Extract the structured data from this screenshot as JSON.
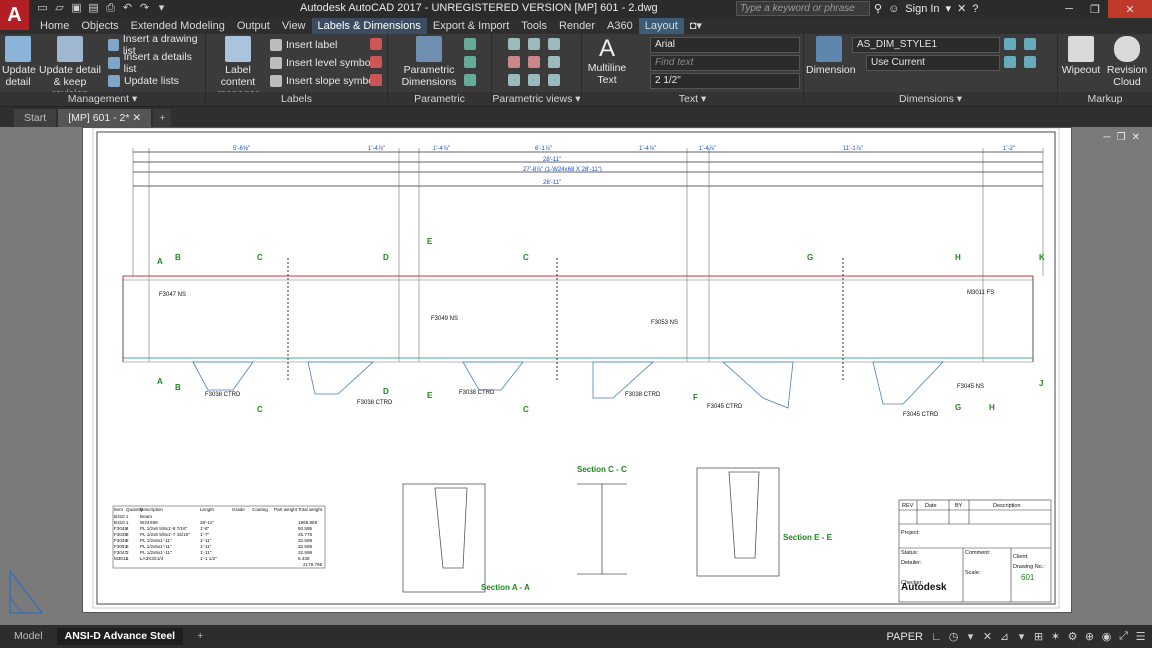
{
  "app": {
    "logo": "A",
    "title": "Autodesk AutoCAD 2017 - UNREGISTERED VERSION   [MP] 601 - 2.dwg",
    "search_placeholder": "Type a keyword or phrase",
    "signin": "Sign In",
    "accent": "#b21e24"
  },
  "ribbon_tabs": [
    "Home",
    "Objects",
    "Extended Modeling",
    "Output",
    "View",
    "Labels & Dimensions",
    "Export & Import",
    "Tools",
    "Render",
    "A360",
    "Layout"
  ],
  "ribbon_active": "Labels & Dimensions",
  "panels": {
    "management": {
      "title": "Management",
      "update_detail": "Update detail",
      "update_keep": "Update detail & keep revision",
      "insert_drawing_list": "Insert a drawing list",
      "insert_details_list": "Insert a details list",
      "update_lists": "Update lists"
    },
    "labels": {
      "title": "Labels",
      "label_content_manager": "Label content manager",
      "insert_label": "Insert label",
      "insert_level_symbol": "Insert level symbol",
      "insert_slope_symbol": "Insert slope symbol"
    },
    "parametric_dimensions": {
      "title": "Parametric Dimensions",
      "btn": "Parametric Dimensions"
    },
    "parametric_views": {
      "title": "Parametric views"
    },
    "text": {
      "title": "Text",
      "multiline": "Multiline Text",
      "font": "Arial",
      "find_placeholder": "Find text",
      "height": "2 1/2\""
    },
    "dimensions": {
      "title": "Dimensions",
      "dimension": "Dimension",
      "style": "AS_DIM_STYLE1",
      "use_current": "Use Current"
    },
    "markup": {
      "title": "Markup",
      "wipeout": "Wipeout",
      "revision_cloud": "Revision Cloud"
    }
  },
  "doc_tabs": [
    "Start",
    "[MP] 601 - 2*"
  ],
  "layout_tabs": [
    "Model",
    "ANSI-D Advance Steel"
  ],
  "status": {
    "paper": "PAPER"
  },
  "drawing": {
    "top_dims": [
      "5'-6⅝\"",
      "1'-4⅞\"",
      "1'-4⅞\"",
      "6'-1⅞\"",
      "1'-4⅞\"",
      "1'-4⅞\"",
      "11'-1⅞\"",
      "1'-2\""
    ],
    "overall": [
      "28'-11\"",
      "27'-8⅞\" (1-W24x68 X 28'-11\")",
      "28'-11\""
    ],
    "markers": [
      "A",
      "B",
      "C",
      "D",
      "E",
      "C",
      "G",
      "H",
      "K",
      "A",
      "B",
      "C",
      "D",
      "E",
      "C",
      "F",
      "G",
      "H",
      "J",
      "K"
    ],
    "parts": [
      "F3047 NS",
      "F3049 NS",
      "F3053 NS",
      "M3011 FS",
      "F3038 CTRD",
      "F3038 CTRD",
      "F3038 CTRD",
      "F3038 CTRD",
      "F3045 CTRD",
      "F3045 CTRD",
      "F3045 NS"
    ],
    "sections": [
      "Section A - A",
      "Section C - C",
      "Section E - E"
    ],
    "bom_headers": [
      "Item",
      "Quantity",
      "Description",
      "Length",
      "Grade",
      "Coating",
      "Part weight",
      "Total weight"
    ],
    "bom_rows": [
      [
        "B310",
        "1",
        "Beam",
        "",
        "",
        "",
        "",
        ""
      ],
      [
        "B310",
        "1",
        "W24X68",
        "28'-11\"",
        "",
        "",
        "",
        "1965.859"
      ],
      [
        "F3045",
        "4",
        "PL 1/2x6 5/8x1'-8 7/16\"",
        "1'-8\"",
        "",
        "",
        "",
        "50.595"
      ],
      [
        "F3038",
        "2",
        "PL 1/2x6 5/8x1'-7 15/16\"",
        "1'-7\"",
        "",
        "",
        "",
        "25.775"
      ],
      [
        "F3049",
        "2",
        "PL 1/2x5x1'-11\"",
        "1'-11\"",
        "",
        "",
        "",
        "32.598"
      ],
      [
        "F3053",
        "2",
        "PL 1/2x5x1'-11\"",
        "1'-11\"",
        "",
        "",
        "",
        "32.598"
      ],
      [
        "F3047",
        "2",
        "PL 1/2x5x1'-11\"",
        "1'-11\"",
        "",
        "",
        "",
        "32.598"
      ],
      [
        "M3011",
        "1",
        "LA3X3X1/4",
        "1'-1 1/2\"",
        "",
        "",
        "",
        "6.438"
      ]
    ],
    "bom_total": "2179.795",
    "title_block": {
      "rev": "REV",
      "date": "Date",
      "by": "BY",
      "desc": "Description",
      "brand": "Autodesk",
      "drawing_no_label": "Drawing No.:",
      "drawing_no": "601",
      "project": "Project:",
      "client": "Client:",
      "status": "Status:",
      "comment": "Comment:",
      "detailer": "Detailer:",
      "scale": "Scale:",
      "checker": "Checker:"
    }
  }
}
